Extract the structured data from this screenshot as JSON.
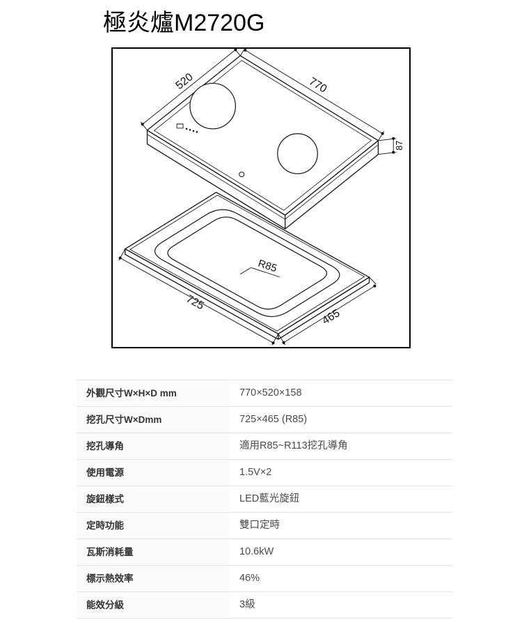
{
  "page": {
    "title": "極炎爐M2720G"
  },
  "diagram": {
    "dims": {
      "top_width": "520",
      "top_length": "770",
      "body_height": "87",
      "cutout_width": "725",
      "cutout_depth": "465",
      "corner_radius": "R85"
    }
  },
  "spec_table": {
    "rows": [
      {
        "label": "外觀尺寸W×H×D mm",
        "value": "770×520×158"
      },
      {
        "label": "挖孔尺寸W×Dmm",
        "value": "725×465 (R85)"
      },
      {
        "label": "挖孔導角",
        "value": "適用R85~R113挖孔導角"
      },
      {
        "label": "使用電源",
        "value": "1.5V×2"
      },
      {
        "label": "旋鈕樣式",
        "value": "LED藍光旋鈕"
      },
      {
        "label": "定時功能",
        "value": "雙口定時"
      },
      {
        "label": "瓦斯消耗量",
        "value": "10.6kW"
      },
      {
        "label": "標示熱效率",
        "value": "46%"
      },
      {
        "label": "能效分級",
        "value": "3級"
      }
    ]
  }
}
